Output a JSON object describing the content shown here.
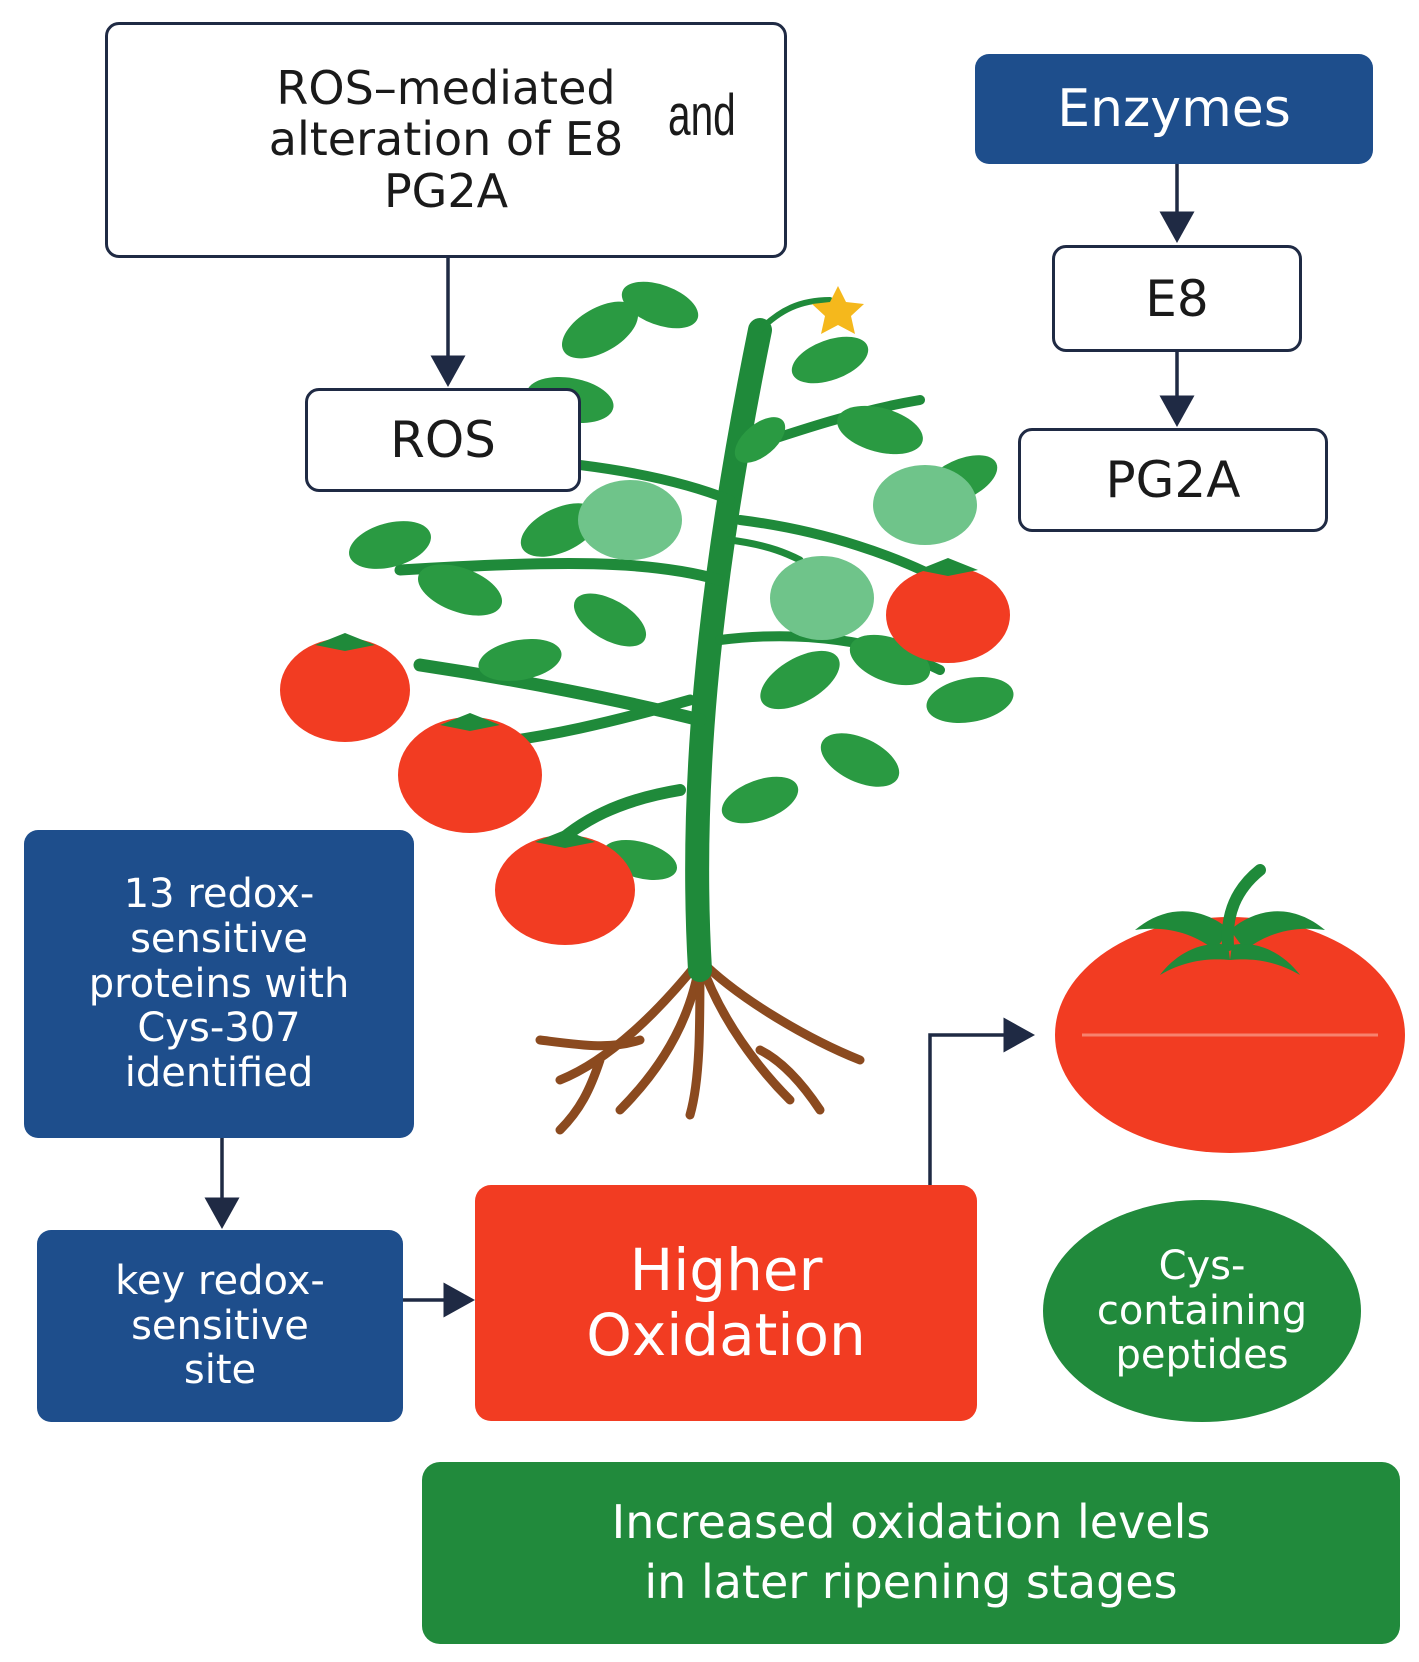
{
  "boxes": {
    "ros_mediated": "ROS–mediated\nalteration of E8\nPG2A",
    "and_word": "and",
    "ros": "ROS",
    "enzymes": "Enzymes",
    "e8": "E8",
    "pg2a": "PG2A",
    "redox_proteins": "13 redox-\nsensitive\nproteins with\nCys-307\nidentified",
    "key_site": "key redox-\nsensitive\nsite",
    "higher_oxidation": "Higher\nOxidation",
    "cys_peptides": "Cys-\ncontaining\npeptides",
    "increased_oxidation": "Increased oxidation levels\nin later ripening stages"
  },
  "colors": {
    "navy": "#1e4e8c",
    "red": "#f23c22",
    "green": "#218a3c",
    "stem": "#1f8a3a",
    "leaf": "#2a9a42",
    "unripe": "#6fc48a",
    "root": "#8b4a1f",
    "star": "#f5b81c",
    "arrow": "#1f2a44"
  }
}
